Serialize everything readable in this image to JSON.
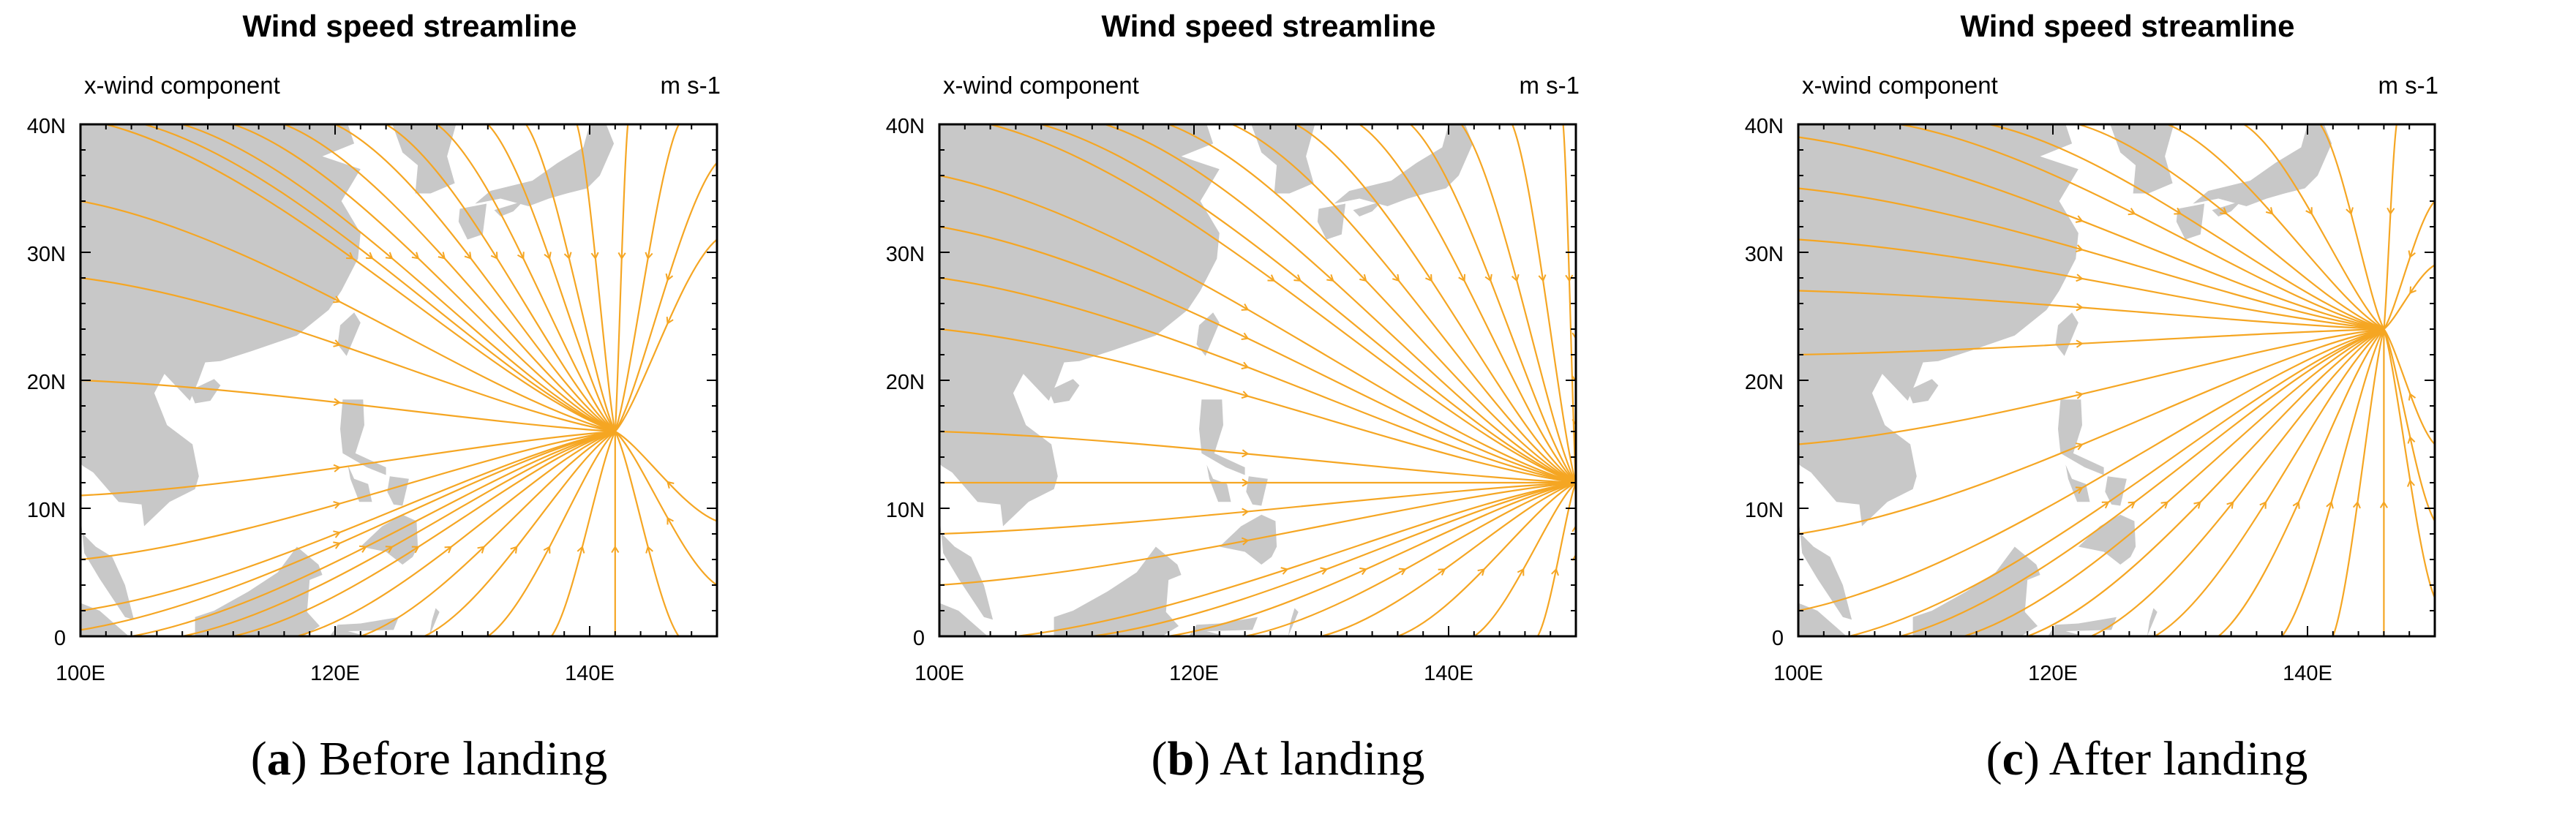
{
  "colors": {
    "streamline": "#F5A623",
    "land": "#C8C8C8",
    "frame": "#000000"
  },
  "panels": [
    {
      "title": "Wind speed streamline",
      "left_label": "x-wind component",
      "right_label": "m s-1",
      "caption_letter": "a",
      "caption_text": " Before landing",
      "lat_labels": [
        "40N",
        "30N",
        "20N",
        "10N",
        "0"
      ],
      "lon_labels": [
        "100E",
        "120E",
        "140E"
      ]
    },
    {
      "title": "Wind speed streamline",
      "left_label": "x-wind component",
      "right_label": "m s-1",
      "caption_letter": "b",
      "caption_text": " At landing",
      "lat_labels": [
        "40N",
        "30N",
        "20N",
        "10N",
        "0"
      ],
      "lon_labels": [
        "100E",
        "120E",
        "140E"
      ]
    },
    {
      "title": "Wind speed streamline",
      "left_label": "x-wind component",
      "right_label": "m s-1",
      "caption_letter": "c",
      "caption_text": " After landing",
      "lat_labels": [
        "40N",
        "30N",
        "20N",
        "10N",
        "0"
      ],
      "lon_labels": [
        "100E",
        "120E",
        "140E"
      ]
    }
  ],
  "chart_data": {
    "type": "map",
    "map_extent": {
      "lon": [
        100,
        150
      ],
      "lat": [
        0,
        40
      ]
    },
    "lon_ticks": [
      100,
      120,
      140
    ],
    "lat_ticks": [
      0,
      10,
      20,
      30,
      40
    ],
    "panels": [
      {
        "convergence_center": {
          "lon": 142,
          "lat": 16
        }
      },
      {
        "convergence_center": {
          "lon": 150,
          "lat": 12
        }
      },
      {
        "convergence_center": {
          "lon": 146,
          "lat": 24
        }
      }
    ]
  }
}
